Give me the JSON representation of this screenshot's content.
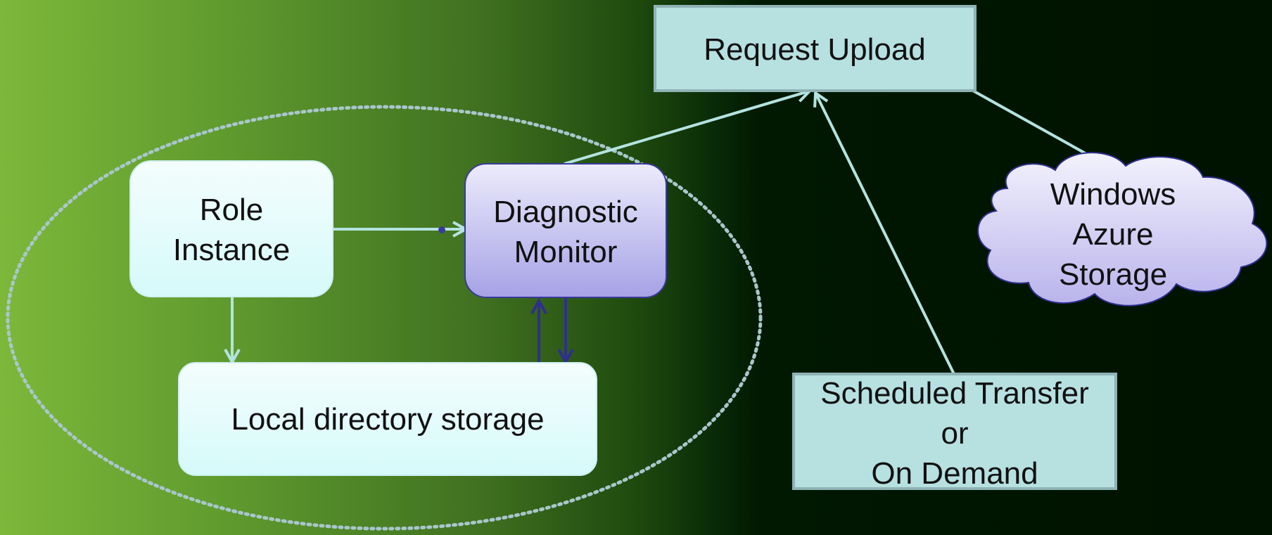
{
  "nodes": {
    "role_instance": [
      "Role",
      "Instance"
    ],
    "diagnostic_monitor": [
      "Diagnostic",
      "Monitor"
    ],
    "local_storage": "Local directory storage",
    "request_upload": "Request Upload",
    "azure_storage": [
      "Windows",
      "Azure",
      "Storage"
    ],
    "scheduled_transfer": [
      "Scheduled Transfer",
      "or",
      "On Demand"
    ]
  },
  "colors": {
    "light_box": "#d8fbfb",
    "monitor_box": "#b5b0ec",
    "request_box": "#b7e0e1",
    "arrow_light": "#b4e3e0",
    "arrow_dark": "#2f2f8c",
    "boundary": "#a9c6cc"
  }
}
